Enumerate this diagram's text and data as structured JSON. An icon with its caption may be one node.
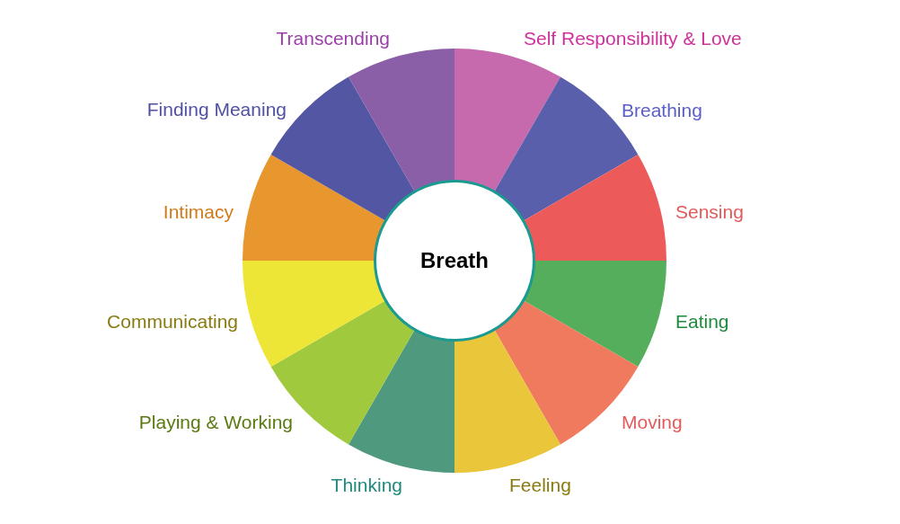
{
  "diagram": {
    "nodes": [
      {
        "text": [
          "Breath"
        ]
      },
      {
        "text": [
          "Self Responsibility & Love"
        ]
      },
      {
        "text": [
          "Breathing"
        ]
      },
      {
        "text": [
          "Sensing"
        ]
      },
      {
        "text": [
          "Eating"
        ]
      },
      {
        "text": [
          "Moving"
        ]
      },
      {
        "text": [
          "Feeling"
        ]
      },
      {
        "text": [
          "Thinking"
        ]
      },
      {
        "text": [
          "Playing & Working"
        ]
      },
      {
        "text": [
          "Communicating"
        ]
      },
      {
        "text": [
          "Intimacy"
        ]
      },
      {
        "text": [
          "Finding Meaning"
        ]
      },
      {
        "text": [
          "Transcending"
        ]
      }
    ]
  }
}
